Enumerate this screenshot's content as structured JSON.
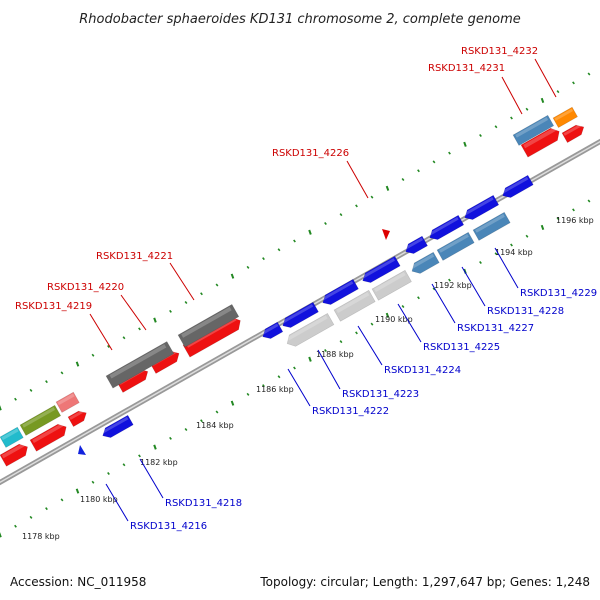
{
  "title": "Rhodobacter sphaeroides KD131 chromosome 2, complete genome",
  "footer": {
    "accession": "Accession: NC_011958",
    "summary": "Topology: circular; Length: 1,297,647 bp; Genes: 1,248"
  },
  "colors": {
    "forward_label": "#cc0000",
    "reverse_label": "#0000cc",
    "tick": "#228822",
    "backbone": "#888888"
  },
  "ticks": [
    {
      "label": "1178 kbp",
      "kbp": 1178
    },
    {
      "label": "1180 kbp",
      "kbp": 1180
    },
    {
      "label": "1182 kbp",
      "kbp": 1182
    },
    {
      "label": "1184 kbp",
      "kbp": 1184
    },
    {
      "label": "1186 kbp",
      "kbp": 1186
    },
    {
      "label": "1188 kbp",
      "kbp": 1188
    },
    {
      "label": "1190 kbp",
      "kbp": 1190
    },
    {
      "label": "1192 kbp",
      "kbp": 1192
    },
    {
      "label": "1194 kbp",
      "kbp": 1194
    },
    {
      "label": "1196 kbp",
      "kbp": 1196
    }
  ],
  "forward_labels": [
    {
      "text": "RSKD131_4219"
    },
    {
      "text": "RSKD131_4220"
    },
    {
      "text": "RSKD131_4221"
    },
    {
      "text": "RSKD131_4226"
    },
    {
      "text": "RSKD131_4231"
    },
    {
      "text": "RSKD131_4232"
    }
  ],
  "reverse_labels": [
    {
      "text": "RSKD131_4216"
    },
    {
      "text": "RSKD131_4218"
    },
    {
      "text": "RSKD131_4222"
    },
    {
      "text": "RSKD131_4223"
    },
    {
      "text": "RSKD131_4224"
    },
    {
      "text": "RSKD131_4225"
    },
    {
      "text": "RSKD131_4227"
    },
    {
      "text": "RSKD131_4228"
    },
    {
      "text": "RSKD131_4229"
    }
  ]
}
